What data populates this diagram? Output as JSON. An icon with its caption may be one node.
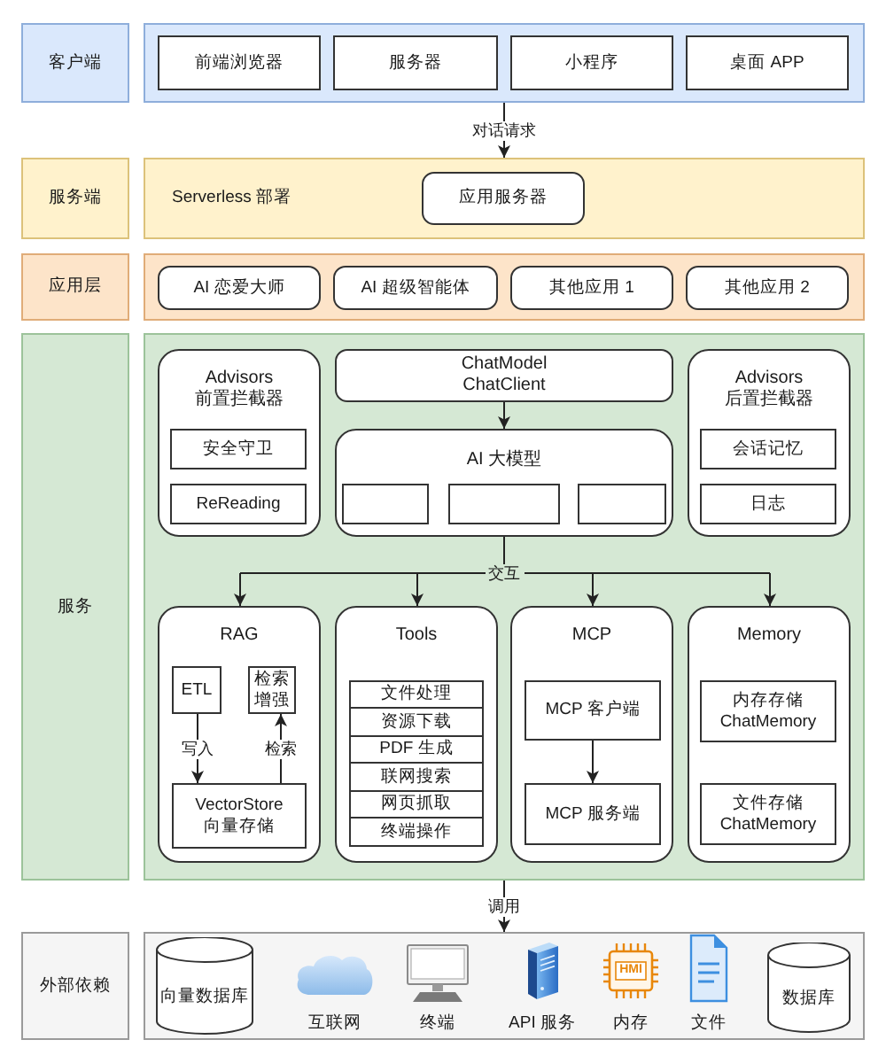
{
  "diagram": {
    "nodes": [
      {
        "text": [
          "客户端"
        ]
      },
      {
        "text": [],
        "shape": "box"
      },
      {
        "text": [
          "前端浏览器"
        ],
        "in": 1
      },
      {
        "text": [
          "服务器"
        ],
        "in": 1
      },
      {
        "text": [
          "小程序"
        ],
        "in": 1
      },
      {
        "text": [
          "桌面 APP"
        ],
        "in": 1
      },
      {
        "text": [
          "服务端"
        ]
      },
      {
        "text": [
          "Serverless 部署"
        ]
      },
      {
        "text": [
          "应用服务器"
        ],
        "in": 7
      },
      {
        "text": [
          "应用层"
        ]
      },
      {
        "text": [],
        "shape": "box"
      },
      {
        "text": [
          "AI 恋爱大师"
        ],
        "in": 10
      },
      {
        "text": [
          "AI 超级智能体"
        ],
        "in": 10
      },
      {
        "text": [
          "其他应用 1"
        ],
        "in": 10
      },
      {
        "text": [
          "其他应用 2"
        ],
        "in": 10
      },
      {
        "text": [
          "服务"
        ]
      },
      {
        "text": [],
        "shape": "box"
      },
      {
        "text": [
          "Advisors 前置拦截器"
        ],
        "in": 16
      },
      {
        "text": [
          "安全守卫"
        ],
        "in": 17
      },
      {
        "text": [
          "ReReading"
        ],
        "in": 17
      },
      {
        "text": [
          "ChatModel ChatClient"
        ],
        "in": 16
      },
      {
        "text": [
          "AI 大模型"
        ],
        "in": 16
      },
      {
        "text": [],
        "shape": "box",
        "in": 21
      },
      {
        "text": [],
        "shape": "box",
        "in": 21
      },
      {
        "text": [],
        "shape": "box",
        "in": 21
      },
      {
        "text": [
          "Advisors 后置拦截器"
        ],
        "in": 16
      },
      {
        "text": [
          "会话记忆"
        ],
        "in": 25
      },
      {
        "text": [
          "日志"
        ],
        "in": 25
      },
      {
        "text": [
          "RAG"
        ],
        "in": 16
      },
      {
        "text": [
          "ETL"
        ],
        "in": 28
      },
      {
        "text": [
          "检索增强"
        ],
        "in": 28
      },
      {
        "text": [
          "VectorStore 向量存储"
        ],
        "in": 28
      },
      {
        "text": [
          "Tools"
        ],
        "in": 16
      },
      {
        "text": [
          "文件处理"
        ],
        "in": 32
      },
      {
        "text": [
          "资源下载"
        ],
        "in": 32
      },
      {
        "text": [
          "PDF 生成"
        ],
        "in": 32
      },
      {
        "text": [
          "联网搜索"
        ],
        "in": 32
      },
      {
        "text": [
          "网页抓取"
        ],
        "in": 32
      },
      {
        "text": [
          "终端操作"
        ],
        "in": 32
      },
      {
        "text": [
          "MCP"
        ],
        "in": 16
      },
      {
        "text": [
          "MCP 客户端"
        ],
        "in": 39
      },
      {
        "text": [
          "MCP 服务端"
        ],
        "in": 39
      },
      {
        "text": [
          "Memory"
        ],
        "in": 16
      },
      {
        "text": [
          "内存存储 ChatMemory"
        ],
        "in": 42
      },
      {
        "text": [
          "文件存储 ChatMemory"
        ],
        "in": 42
      },
      {
        "text": [
          "外部依赖"
        ]
      },
      {
        "text": [],
        "shape": "box"
      },
      {
        "text": [
          "向量数据库"
        ],
        "in": 46
      },
      {
        "text": [],
        "shape": "picture",
        "beside": [
          "互联网"
        ],
        "in": 46
      },
      {
        "text": [],
        "shape": "picture",
        "beside": [
          "终端"
        ],
        "in": 46
      },
      {
        "text": [],
        "shape": "picture",
        "beside": [
          "API 服务"
        ],
        "in": 46
      },
      {
        "text": [],
        "shape": "picture",
        "beside": [
          "内存"
        ],
        "in": 46
      },
      {
        "text": [],
        "shape": "picture",
        "beside": [
          "文件"
        ],
        "in": 46
      },
      {
        "text": [
          "数据库"
        ],
        "in": 46
      }
    ],
    "edges": [
      {
        "from": 1,
        "to": 7,
        "arrow": "to",
        "label": "对话请求"
      },
      {
        "from": 20,
        "to": 21,
        "arrow": "to"
      },
      {
        "from": 21,
        "to": 28,
        "arrow": "to",
        "label": "交互"
      },
      {
        "from": 21,
        "to": 32,
        "arrow": "to"
      },
      {
        "from": 21,
        "to": 39,
        "arrow": "to"
      },
      {
        "from": 21,
        "to": 42,
        "arrow": "to"
      },
      {
        "from": 29,
        "to": 31,
        "arrow": "to",
        "label": "写入"
      },
      {
        "from": 31,
        "to": 30,
        "arrow": "to",
        "label": "检索"
      },
      {
        "from": 40,
        "to": 41,
        "arrow": "to"
      },
      {
        "from": 16,
        "to": 46,
        "arrow": "to",
        "label": "调用"
      }
    ],
    "labels": [
      "HMI"
    ]
  }
}
